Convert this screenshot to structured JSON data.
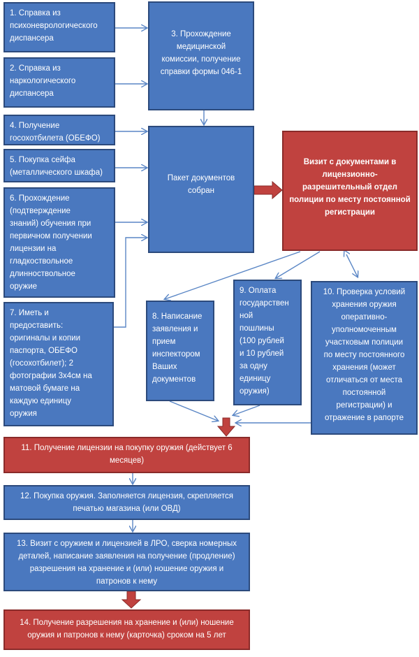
{
  "boxes": {
    "b1": "1. Справка из\nпсихоневрологического\nдиспансера",
    "b2": "2. Справка из\nнаркологического\nдиспансера",
    "b3": "3. Прохождение\nмедицинской\nкомиссии, получение\nсправки формы 046-1",
    "b4": "4. Получение\nгосохотбилета (ОБЕФО)",
    "b5": "5. Покупка сейфа\n(металлического шкафа)",
    "b6": "6. Прохождение\n(подтверждение\nзнаний) обучения при\nпервичном получении\nлицензии на\nгладкоствольное\nдлинноствольное\nоружие",
    "b7": "7. Иметь и\nпредоставить:\nоригиналы и копии\nпаспорта, ОБЕФО\n(госохотбилет); 2\nфотографии 3х4см на\nматовой бумаге на\nкаждую единицу\nоружия",
    "packet": "Пакет документов\nсобран",
    "visit": "Визит с документами в\nлицензионно-\nразрешительный отдел\nполиции по месту постоянной\nрегистрации",
    "b8": "8. Написание\nзаявления и\nприем\nинспектором\nВаших\nдокументов",
    "b9": "9. Оплата\nгосударствен\nной\nпошлины\n(100 рублей\nи 10 рублей\nза одну\nединицу\nоружия)",
    "b10": "10. Проверка условий\nхранения оружия\nоперативно-\nуполномоченным\nучастковым полиции\nпо месту постоянного\nхранения (может\nотличаться от места\nпостоянной\nрегистрации) и\nотражение в рапорте",
    "b11": "11. Получение лицензии на покупку оружия (действует 6\nмесяцев)",
    "b12": "12. Покупка оружия. Заполняется лицензия, скрепляется\nпечатью магазина (или ОВД)",
    "b13": "13. Визит с оружием и лицензией в ЛРО, сверка номерных\nдеталей, написание заявления на получение (продление)\nразрешения на хранение и (или) ношение оружия и\nпатронов к нему",
    "b14": "14. Получение разрешения на хранение и (или) ношение\nоружия и патронов к нему (карточка) сроком на 5 лет"
  },
  "colors": {
    "blue_box": "#4a78bf",
    "red_box": "#c0423f",
    "connector": "#5a86c5",
    "block_arrow": "#c0423f"
  }
}
